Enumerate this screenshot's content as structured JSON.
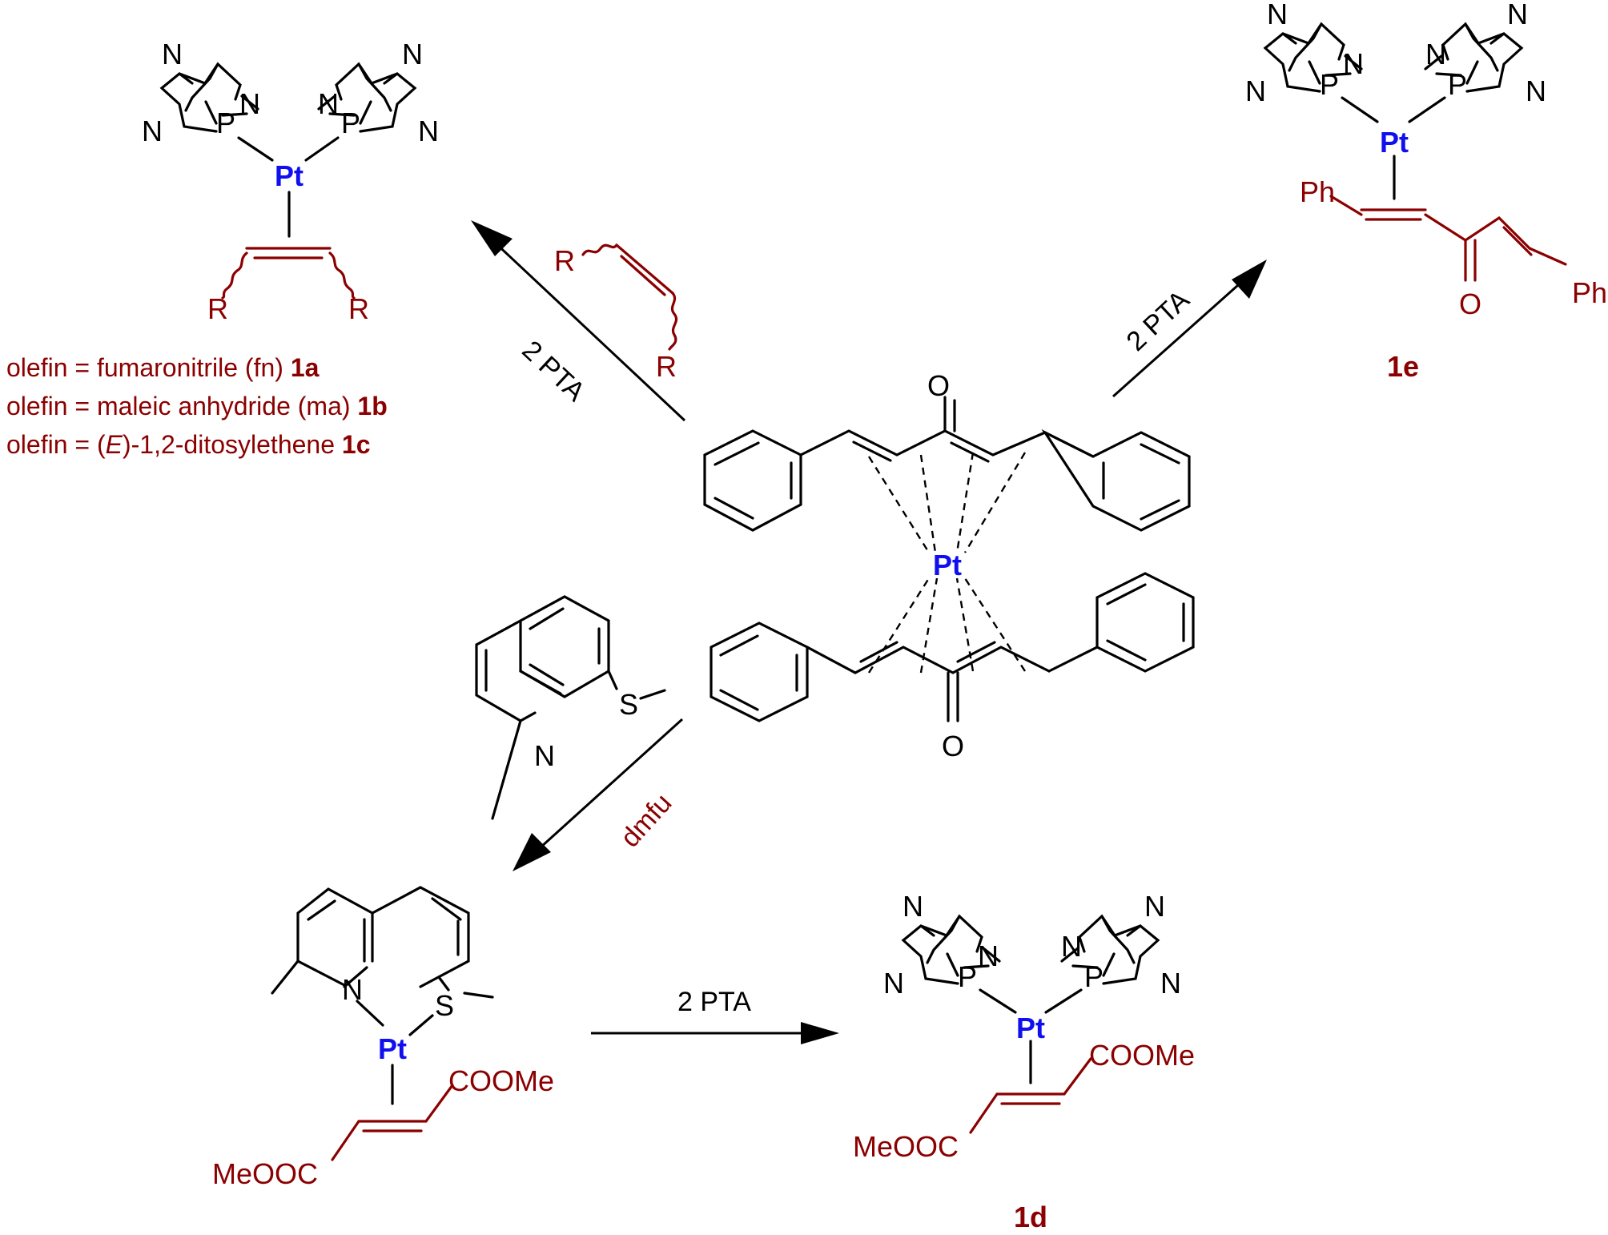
{
  "atoms": {
    "pt": "Pt",
    "n": "N",
    "p": "P",
    "o": "O",
    "s": "S",
    "r": "R",
    "ph": "Ph",
    "coome": "COOMe",
    "meooc": "MeOOC"
  },
  "arrows": {
    "to_1abc": "2 PTA",
    "to_1e": "2 PTA",
    "to_intermediate": "dmfu",
    "to_1d": "2 PTA"
  },
  "olefin_list": [
    {
      "prefix": "olefin = fumaronitrile (fn) ",
      "id": "1a"
    },
    {
      "prefix": "olefin = maleic anhydride (ma) ",
      "id": "1b"
    },
    {
      "prefix_a": "olefin = (",
      "italic": "E",
      "prefix_b": ")-1,2-ditosylethene ",
      "id": "1c"
    }
  ],
  "compound_labels": {
    "product_1d": "1d",
    "product_1e": "1e"
  },
  "colors": {
    "metal": "#1010ee",
    "ligand": "#8b0000",
    "bond": "#000000"
  }
}
